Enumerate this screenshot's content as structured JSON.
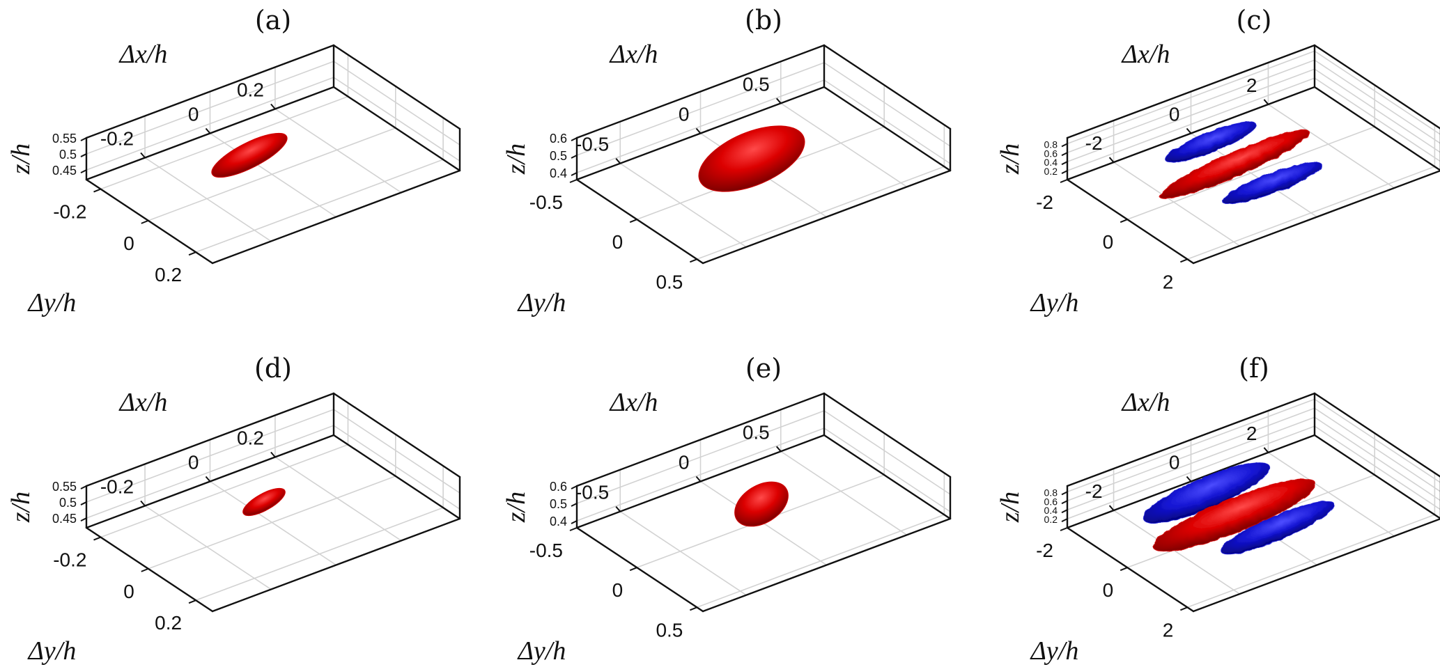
{
  "colors": {
    "positive": "#d40000",
    "negative": "#1414d2",
    "axis": "#111111",
    "grid": "#d2d2d2"
  },
  "chart_data": [
    {
      "type": "surface3d",
      "title": "(a)",
      "xlabel": "Δx/h",
      "ylabel": "Δy/h",
      "zlabel": "z/h",
      "xticks": [
        "-0.2",
        "0",
        "0.2"
      ],
      "yticks": [
        "-0.2",
        "0",
        "0.2"
      ],
      "zticks": [
        "0.45",
        "0.5",
        "0.55"
      ],
      "xlim": [
        -0.38,
        0.38
      ],
      "ylim": [
        -0.26,
        0.27
      ],
      "zlim": [
        0.42,
        0.55
      ],
      "grid": true,
      "isosurfaces": [
        {
          "sign": "positive",
          "color": "#d40000"
        }
      ]
    },
    {
      "type": "surface3d",
      "title": "(b)",
      "xlabel": "Δx/h",
      "ylabel": "Δy/h",
      "zlabel": "z/h",
      "xticks": [
        "-0.5",
        "0",
        "0.5"
      ],
      "yticks": [
        "-0.5",
        "0",
        "0.5"
      ],
      "zticks": [
        "0.4",
        "0.5",
        "0.6"
      ],
      "xlim": [
        -0.77,
        0.77
      ],
      "ylim": [
        -0.5,
        0.55
      ],
      "zlim": [
        0.36,
        0.6
      ],
      "grid": true,
      "isosurfaces": [
        {
          "sign": "positive",
          "color": "#d40000"
        }
      ]
    },
    {
      "type": "surface3d",
      "title": "(c)",
      "xlabel": "Δx/h",
      "ylabel": "Δy/h",
      "zlabel": "z/h",
      "xticks": [
        "-2",
        "0",
        "2"
      ],
      "yticks": [
        "-2",
        "0",
        "2"
      ],
      "zticks": [
        "0.2",
        "0.4",
        "0.6",
        "0.8"
      ],
      "xlim": [
        -3.2,
        3.2
      ],
      "ylim": [
        -2,
        2.2
      ],
      "zlim": [
        0,
        0.93
      ],
      "grid": true,
      "isosurfaces": [
        {
          "sign": "negative",
          "color": "#1414d2"
        },
        {
          "sign": "negative",
          "color": "#1414d2"
        },
        {
          "sign": "positive",
          "color": "#d40000"
        }
      ]
    },
    {
      "type": "surface3d",
      "title": "(d)",
      "xlabel": "Δx/h",
      "ylabel": "Δy/h",
      "zlabel": "z/h",
      "xticks": [
        "-0.2",
        "0",
        "0.2"
      ],
      "yticks": [
        "-0.2",
        "0",
        "0.2"
      ],
      "zticks": [
        "0.45",
        "0.5",
        "0.55"
      ],
      "xlim": [
        -0.38,
        0.38
      ],
      "ylim": [
        -0.26,
        0.27
      ],
      "zlim": [
        0.42,
        0.55
      ],
      "grid": true,
      "isosurfaces": [
        {
          "sign": "positive",
          "color": "#d40000"
        }
      ]
    },
    {
      "type": "surface3d",
      "title": "(e)",
      "xlabel": "Δx/h",
      "ylabel": "Δy/h",
      "zlabel": "z/h",
      "xticks": [
        "-0.5",
        "0",
        "0.5"
      ],
      "yticks": [
        "-0.5",
        "0",
        "0.5"
      ],
      "zticks": [
        "0.4",
        "0.5",
        "0.6"
      ],
      "xlim": [
        -0.77,
        0.77
      ],
      "ylim": [
        -0.5,
        0.55
      ],
      "zlim": [
        0.36,
        0.6
      ],
      "grid": true,
      "isosurfaces": [
        {
          "sign": "positive",
          "color": "#d40000"
        }
      ]
    },
    {
      "type": "surface3d",
      "title": "(f)",
      "xlabel": "Δx/h",
      "ylabel": "Δy/h",
      "zlabel": "z/h",
      "xticks": [
        "-2",
        "0",
        "2"
      ],
      "yticks": [
        "-2",
        "0",
        "2"
      ],
      "zticks": [
        "0.2",
        "0.4",
        "0.6",
        "0.8"
      ],
      "xlim": [
        -3.2,
        3.2
      ],
      "ylim": [
        -2,
        2.2
      ],
      "zlim": [
        0,
        0.93
      ],
      "grid": true,
      "isosurfaces": [
        {
          "sign": "negative",
          "color": "#1414d2"
        },
        {
          "sign": "negative",
          "color": "#1414d2"
        },
        {
          "sign": "positive",
          "color": "#d40000"
        }
      ]
    }
  ]
}
